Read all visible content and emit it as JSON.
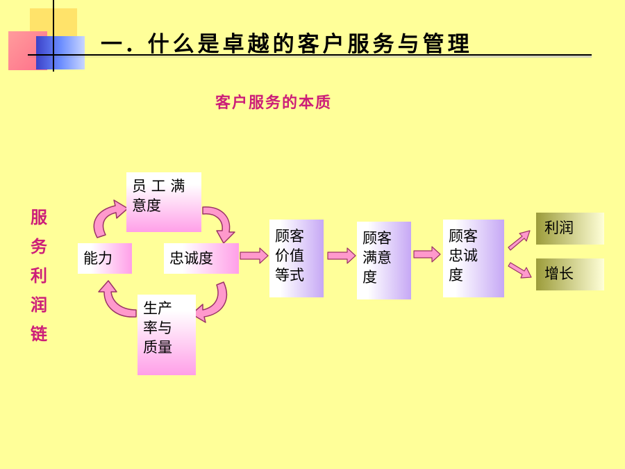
{
  "slide": {
    "title": "一. 什么是卓越的客户服务与管理",
    "subtitle": "客户服务的本质",
    "side_label": [
      "服",
      "务",
      "利",
      "润",
      "链"
    ]
  },
  "nodes": {
    "employee_satisfaction": "员 工 满\n意度",
    "capability": "能力",
    "loyalty": "忠诚度",
    "productivity_quality": "生产\n率与\n质量",
    "customer_value_equation": "顾客\n价值\n等式",
    "customer_satisfaction": "顾客\n满意\n度",
    "customer_loyalty": "顾客\n忠诚\n度",
    "profit": "利润",
    "growth": "增长"
  },
  "colors": {
    "background": "#ffff99",
    "accent": "#cc1e78",
    "arrow_fill": "#ff99cc",
    "arrow_stroke": "#993366"
  }
}
